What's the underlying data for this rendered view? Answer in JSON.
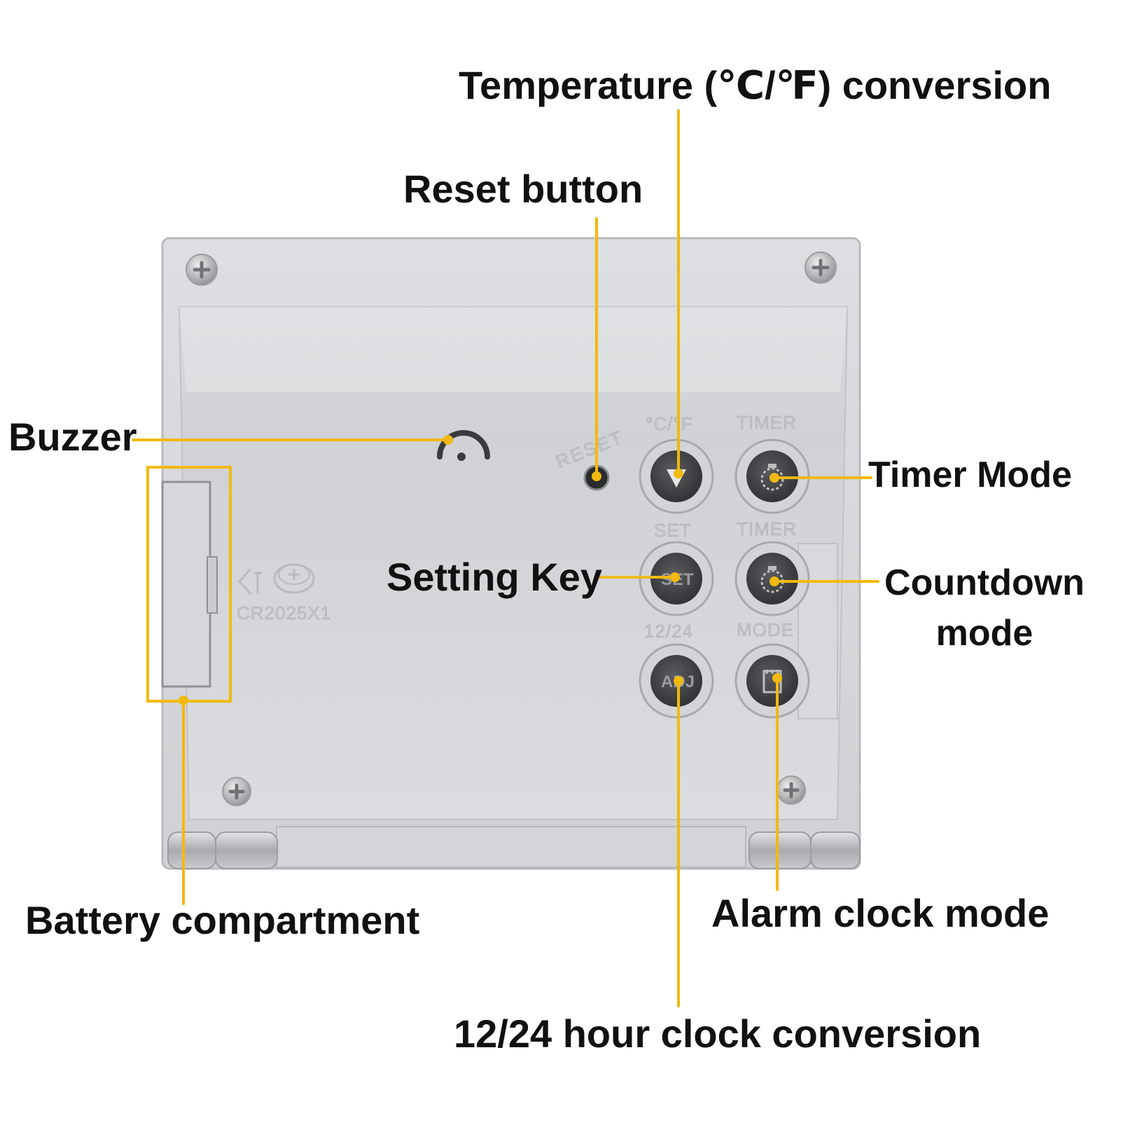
{
  "callouts": {
    "temperature": "Temperature (℃/℉) conversion",
    "reset": "Reset button",
    "buzzer": "Buzzer",
    "timer_mode": "Timer Mode",
    "setting_key": "Setting Key",
    "countdown": "Countdown mode",
    "battery": "Battery compartment",
    "alarm": "Alarm clock mode",
    "hour_conversion": "12/24 hour clock conversion"
  },
  "device": {
    "reset_print": "RESET",
    "battery_print": "CR2025X1",
    "label_temp": "°C/°F",
    "label_timer_1": "TIMER",
    "label_set": "SET",
    "label_timer_2": "TIMER",
    "label_1224": "12/24",
    "label_mode": "MODE",
    "btn_set_text": "SET",
    "btn_adj_text": "ADJ"
  },
  "colors": {
    "callout_line": "#f2b90f",
    "device_body": "#d6d8db",
    "button": "#3a3b3d"
  },
  "icons": {
    "temp_button": "triangle-down-icon",
    "timer_button": "timer-dial-icon",
    "countdown_button": "countdown-dial-icon",
    "alarm_button": "calendar-note-icon",
    "buzzer": "speaker-arc-icon",
    "screws": "phillips-screw-icon",
    "battery_symbol": "coin-cell-icon"
  }
}
